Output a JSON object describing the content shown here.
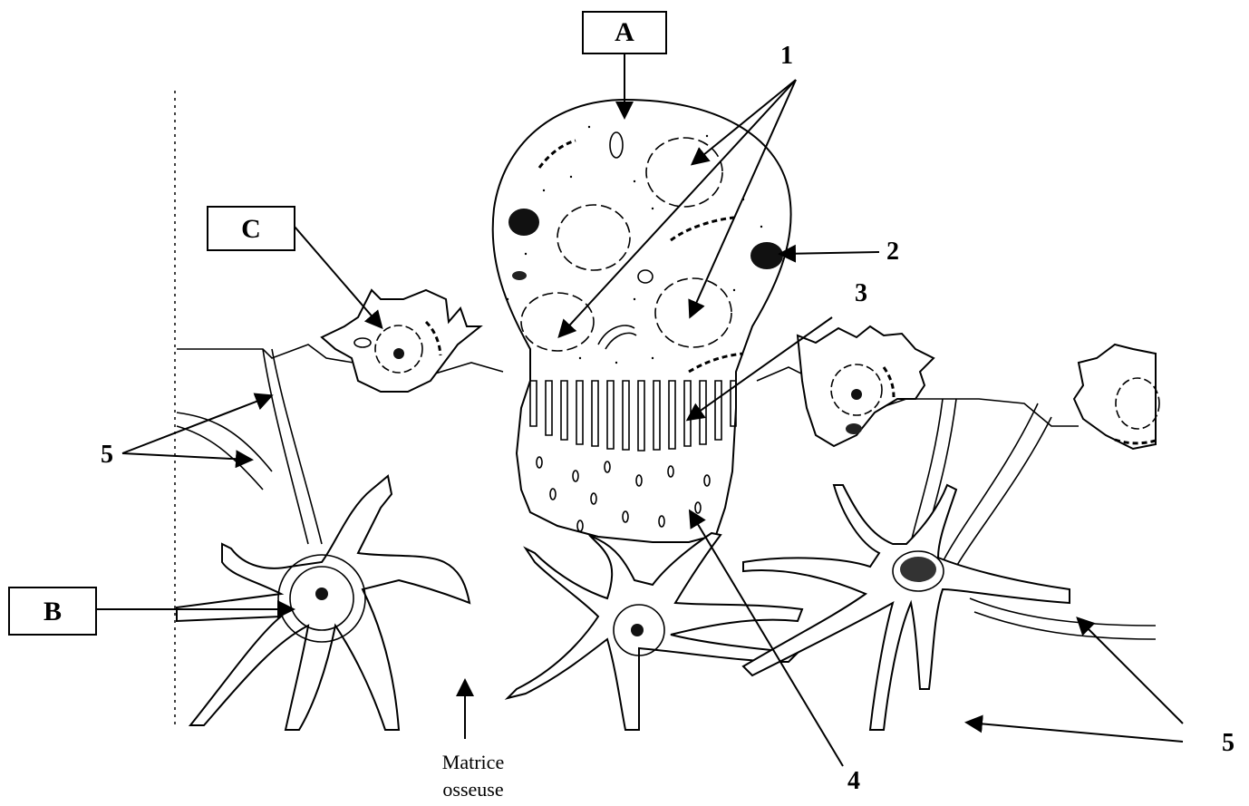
{
  "labels": {
    "A": "A",
    "B": "B",
    "C": "C",
    "n1": "1",
    "n2": "2",
    "n3": "3",
    "n4": "4",
    "n5_left": "5",
    "n5_right": "5"
  },
  "caption": {
    "line1": "Matrice",
    "line2": "osseuse"
  }
}
